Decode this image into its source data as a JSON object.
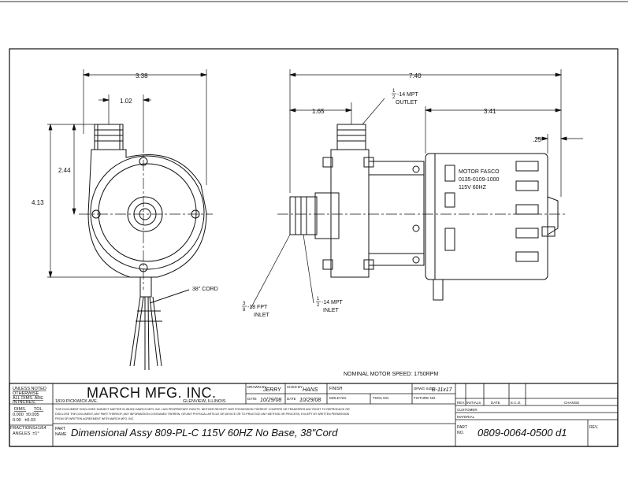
{
  "dimensions": {
    "width_front": "3.38",
    "offset_outlet": "1.02",
    "height_center": "2.44",
    "height_total": "4.13",
    "length_total": "7.40",
    "outlet_from_inlet": "1.65",
    "motor_length": "3.41",
    "end_cap": ".25"
  },
  "callouts": {
    "cord": "38\" CORD",
    "outlet_frac_num": "1",
    "outlet_frac_den": "2",
    "outlet_thread": "-14 MPT",
    "outlet_label": "OUTLET",
    "inlet_fpt_num": "3",
    "inlet_fpt_den": "8",
    "inlet_fpt_thread": "-18 FPT",
    "inlet_fpt_label": "INLET",
    "inlet_mpt_num": "1",
    "inlet_mpt_den": "2",
    "inlet_mpt_thread": "-14 MPT",
    "inlet_mpt_label": "INLET",
    "motor_line1": "MOTOR FASCO",
    "motor_line2": "0135-0109-1000",
    "motor_line3": "115V 60HZ",
    "speed": "NOMINAL MOTOR SPEED: 1750RPM"
  },
  "title_block": {
    "notes": [
      "UNLESS NOTED",
      "OTHERWISE",
      "ALL DIMS. ARE",
      "IN INCHES."
    ],
    "tol_dims": "DIMS.",
    "tol_tol": "TOL.",
    "tol_rows": [
      "0.000  ±0.005",
      "0.00   ±0.03",
      "FRACTIONS±1/64",
      "ANGLES  ±1°"
    ],
    "company": "MARCH MFG. INC.",
    "address": "1819 PICKWICK AVE.",
    "city": "GLENVIEW, ILLINOIS",
    "drawn_by_label": "DRAWN BY",
    "drawn_by": "JERRY",
    "chkd_by_label": "CHKD BY",
    "chkd_by": "HANS",
    "finish_label": "FINISH",
    "dwg_size_label": "DRWG SIZE",
    "dwg_size": "B-11x17",
    "date_label": "DATE",
    "date_drawn": "10/29/08",
    "date_chkd": "10/29/08",
    "mold_no_label": "MOLD NO.",
    "tool_no_label": "TOOL NO.",
    "fixture_no_label": "FIXTURE NO.",
    "disclaimer_1": "THIS DOCUMENT DISCLOSES SUBJECT MATTER IN WHICH MARCH MFG. INC. HAS PROPRIETARY RIGHTS. NEITHER RECEIPT NOR POSSESSION THEREOF CONFERS OR TRANSFERS ANY RIGHT TO REPRODUCE OR",
    "disclaimer_2": "DISCLOSE THE DOCUMENT, ANY PART THEREOF, ANY INFORMATION CONTAINED THEREIN, OR ANY PHYSICAL ARTICLE OR DEVICE OR TO PRACTICE ANY METHOD OR PROCESS, EXCEPT BY WRITTEN PERMISSION",
    "disclaimer_3": "FROM OR WRITTEN AGREEMENT WITH MARCH MFG. INC.",
    "part_name_label1": "PART",
    "part_name_label2": "NAME",
    "part_name": "Dimensional Assy 809-PL-C 115V 60HZ No Base, 38\"Cord",
    "rev_label": "REV.",
    "initials_label": "INITIALS",
    "date_col_label": "DATE",
    "eco_label": "E.C.O.",
    "change_label": "CHANGE",
    "customer_label": "CUSTOMER",
    "material_label": "MATERIAL",
    "part_no_label1": "PART",
    "part_no_label2": "NO.",
    "part_no": "0809-0064-0500 d1",
    "rev_label2": "REV."
  }
}
